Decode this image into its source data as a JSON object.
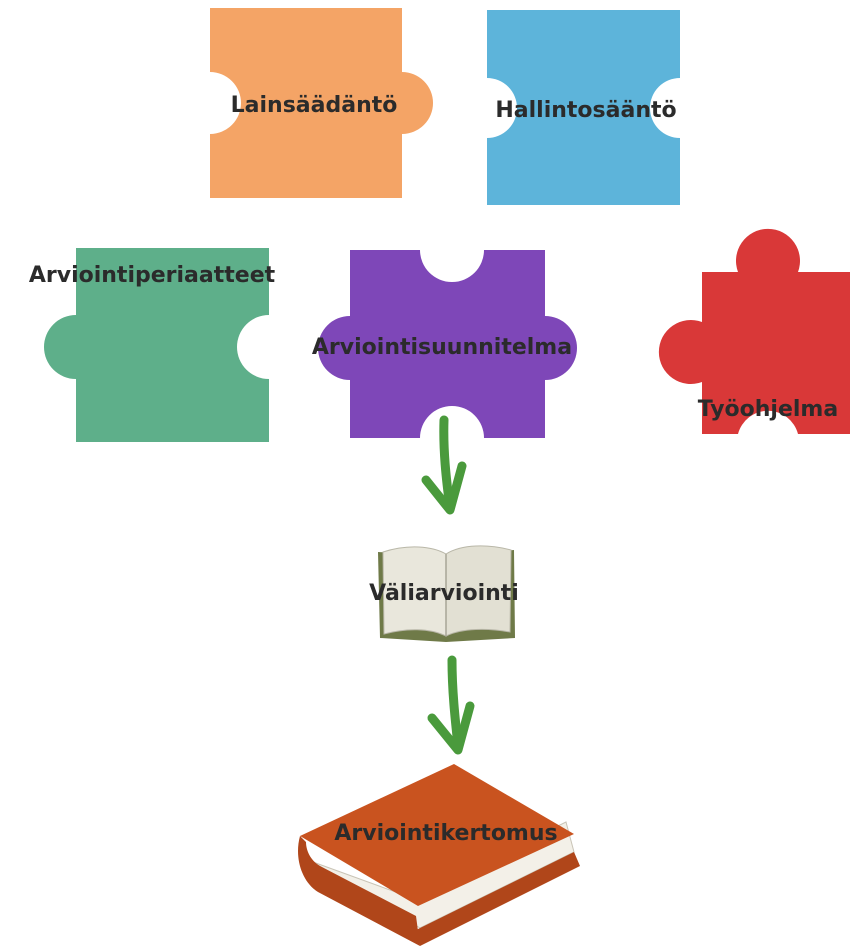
{
  "pieces": {
    "lainsaadanto": {
      "label": "Lainsäädäntö",
      "color": "#F4A466"
    },
    "hallintosaanto": {
      "label": "Hallintosääntö",
      "color": "#5DB4DA"
    },
    "arviointiperiaatteet": {
      "label": "Arviointiperiaatteet",
      "color": "#5EAF8A"
    },
    "arviointisuunnitelma": {
      "label": "Arviointisuunnitelma",
      "color": "#7E47B8"
    },
    "tyoohjelma": {
      "label": "Työohjelma",
      "color": "#D93838"
    }
  },
  "books": {
    "valiarviointi": {
      "label": "Väliarviointi"
    },
    "arviointikertomus": {
      "label": "Arviointikertomus",
      "color": "#C9531F"
    }
  },
  "arrow_color": "#4A9A3C"
}
